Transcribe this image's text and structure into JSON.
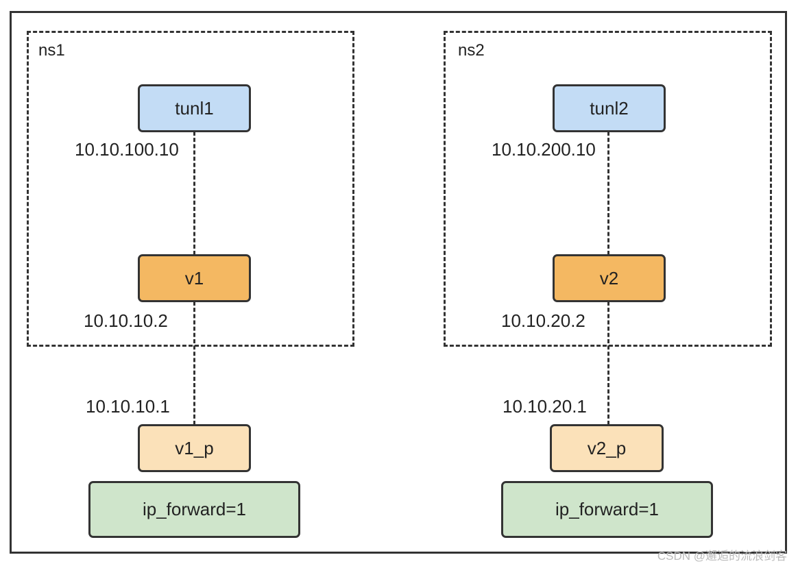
{
  "colors": {
    "tunnel": "#c3dcf5",
    "veth": "#f4b862",
    "veth_peer": "#fbe1b9",
    "forward": "#cfe5cb",
    "stroke": "#333333"
  },
  "left": {
    "namespace_label": "ns1",
    "tunnel": "tunl1",
    "tunnel_ip": "10.10.100.10",
    "veth": "v1",
    "veth_ip": "10.10.10.2",
    "peer_ip": "10.10.10.1",
    "peer": "v1_p",
    "forward": "ip_forward=1"
  },
  "right": {
    "namespace_label": "ns2",
    "tunnel": "tunl2",
    "tunnel_ip": "10.10.200.10",
    "veth": "v2",
    "veth_ip": "10.10.20.2",
    "peer_ip": "10.10.20.1",
    "peer": "v2_p",
    "forward": "ip_forward=1"
  },
  "watermark": "CSDN @邂逅的流浪剑客"
}
